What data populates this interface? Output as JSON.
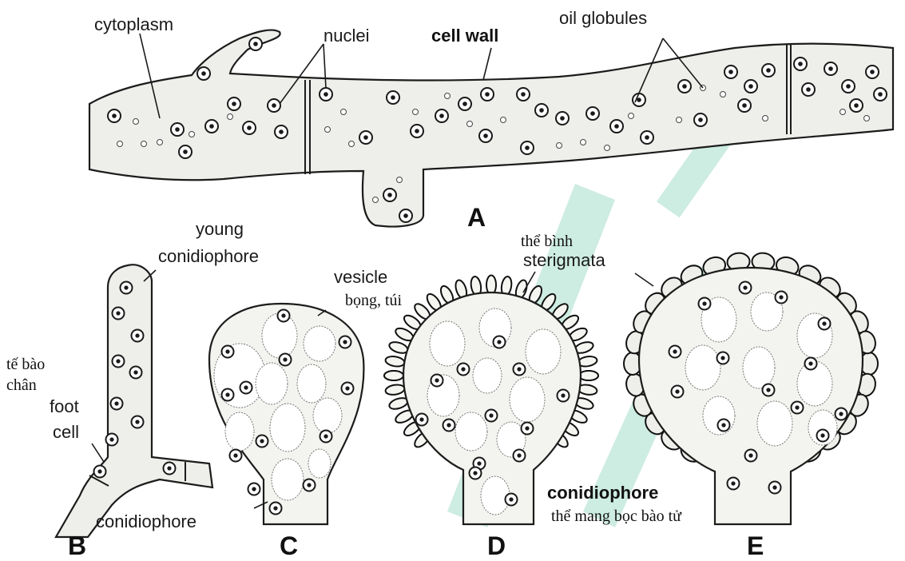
{
  "labels": {
    "cytoplasm": "cytoplasm",
    "nuclei": "nuclei",
    "cell_wall": "cell wall",
    "oil_globules": "oil globules",
    "young_conidiophore_1": "young",
    "young_conidiophore_2": "conidiophore",
    "te_bao_chan_1": "tế bào",
    "te_bao_chan_2": "chân",
    "foot_cell_1": "foot",
    "foot_cell_2": "cell",
    "conidiophore_b": "conidiophore",
    "vesicle": "vesicle",
    "bong_tui": "bọng, túi",
    "the_binh": "thể bình",
    "sterigmata": "sterigmata",
    "conidiophore_e": "conidiophore",
    "the_mang_boc": "thể mang bọc bào tử"
  },
  "panels": {
    "a": "A",
    "b": "B",
    "c": "C",
    "d": "D",
    "e": "E"
  },
  "colors": {
    "ink": "#1a1a1a",
    "cytoplasm_fill": "#eeeeea",
    "watermark": "#1aa77a"
  }
}
